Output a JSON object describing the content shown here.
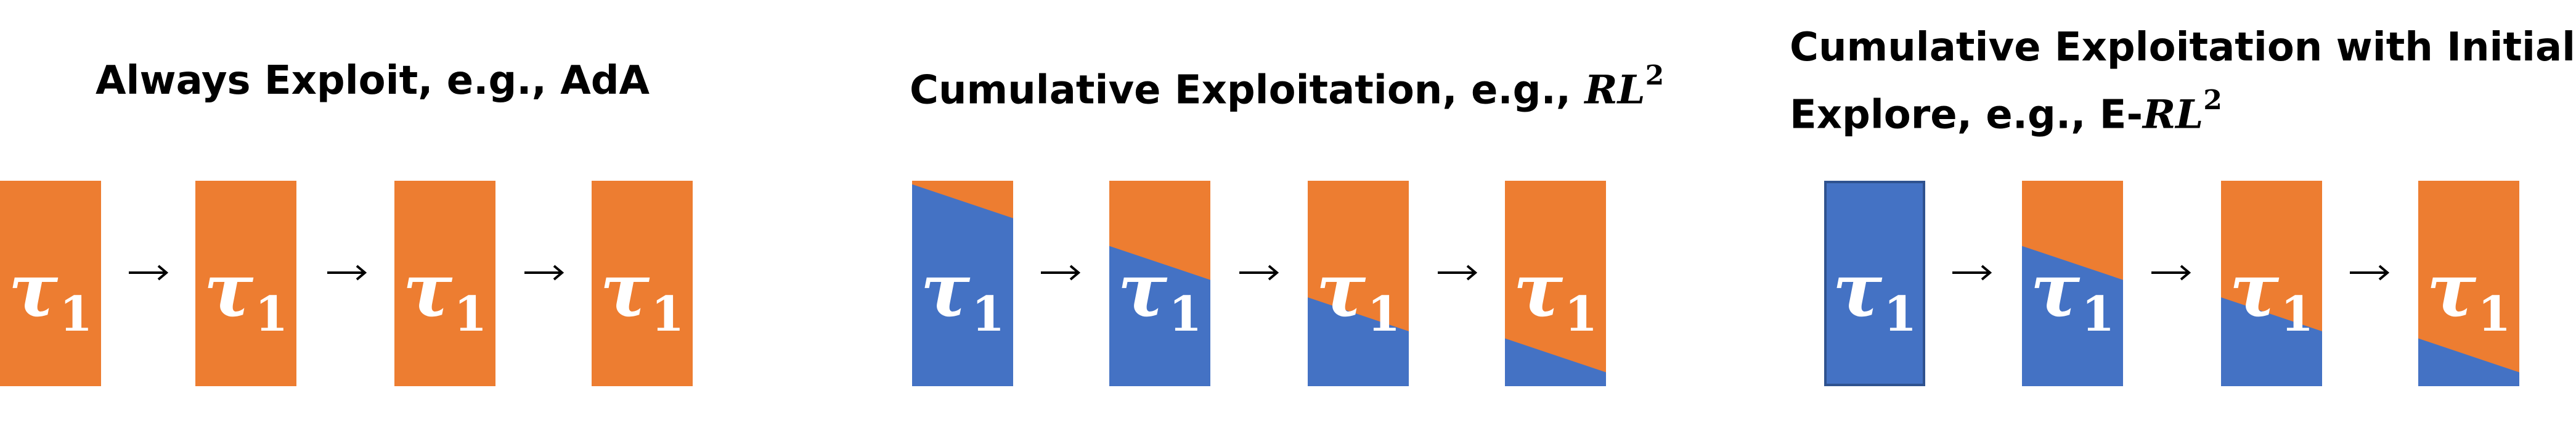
{
  "colors": {
    "explore": "#4472C4",
    "exploit": "#ED7D31",
    "background": "#FFFFFF",
    "arrow": "#000000",
    "label": "#FFFFFF"
  },
  "token": {
    "symbol": "τ",
    "subscript": "1"
  },
  "arrow_icon": "right-arrow-icon",
  "panels": [
    {
      "title_lines": [
        {
          "text": "Always Exploit, e.g., AdA",
          "math": "",
          "sup": ""
        }
      ],
      "episodes": [
        {
          "exploit_fraction": 1.0
        },
        {
          "exploit_fraction": 1.0
        },
        {
          "exploit_fraction": 1.0
        },
        {
          "exploit_fraction": 1.0
        }
      ]
    },
    {
      "title_lines": [
        {
          "text": "Cumulative Exploitation, e.g., ",
          "math": "RL",
          "sup": "2"
        }
      ],
      "episodes": [
        {
          "exploit_fraction": 0.1
        },
        {
          "exploit_fraction": 0.4
        },
        {
          "exploit_fraction": 0.65
        },
        {
          "exploit_fraction": 0.85
        }
      ]
    },
    {
      "title_lines": [
        {
          "text": "Cumulative Exploitation with Initial",
          "math": "",
          "sup": ""
        },
        {
          "text": "Explore, e.g., E-",
          "math": "RL",
          "sup": "2"
        }
      ],
      "episodes": [
        {
          "exploit_fraction": 0.0
        },
        {
          "exploit_fraction": 0.4
        },
        {
          "exploit_fraction": 0.65
        },
        {
          "exploit_fraction": 0.85
        }
      ]
    }
  ]
}
